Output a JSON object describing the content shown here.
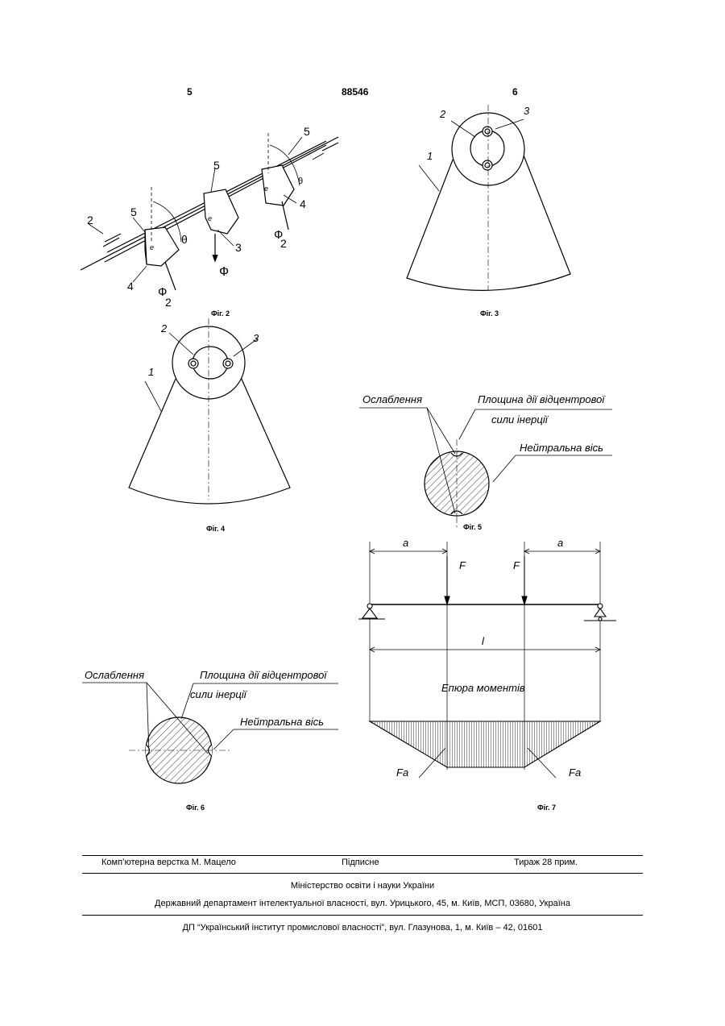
{
  "header": {
    "left_page": "5",
    "patent_no": "88546",
    "right_page": "6"
  },
  "fig2": {
    "caption": "Фіг. 2",
    "labels": [
      "2",
      "5",
      "5",
      "5",
      "4",
      "3",
      "4",
      "e",
      "e",
      "e",
      "θ",
      "θ",
      "Ф",
      "Ф",
      "Ф",
      "2",
      "2"
    ]
  },
  "fig3": {
    "caption": "Фіг. 3",
    "labels": [
      "1",
      "2",
      "3"
    ]
  },
  "fig4": {
    "caption": "Фіг. 4",
    "labels": [
      "1",
      "2",
      "3"
    ]
  },
  "fig5": {
    "caption": "Фіг. 5",
    "weak": "Ослаблення",
    "plane1": "Площина дії відцентрової",
    "plane2": "сили інерції",
    "axis": "Нейтральна вісь"
  },
  "fig6": {
    "caption": "Фіг. 6",
    "weak": "Ослаблення",
    "plane1": "Площина дії відцентрової",
    "plane2": "сили інерції",
    "axis": "Нейтральна вісь"
  },
  "fig7": {
    "caption": "Фіг. 7",
    "a": "a",
    "F": "F",
    "l": "l",
    "moments": "Епюра моментів",
    "Fa": "Fa"
  },
  "footer": {
    "layout": "Комп’ютерна верстка М. Мацело",
    "signed": "Підписне",
    "copies": "Тираж 28 прим.",
    "ministry": "Міністерство освіти і науки України",
    "department": "Державний департамент інтелектуальної власності, вул. Урицького, 45, м. Київ, МСП, 03680, Україна",
    "institute": "ДП “Український інститут промислової власності”, вул. Глазунова, 1, м. Київ – 42, 01601"
  }
}
